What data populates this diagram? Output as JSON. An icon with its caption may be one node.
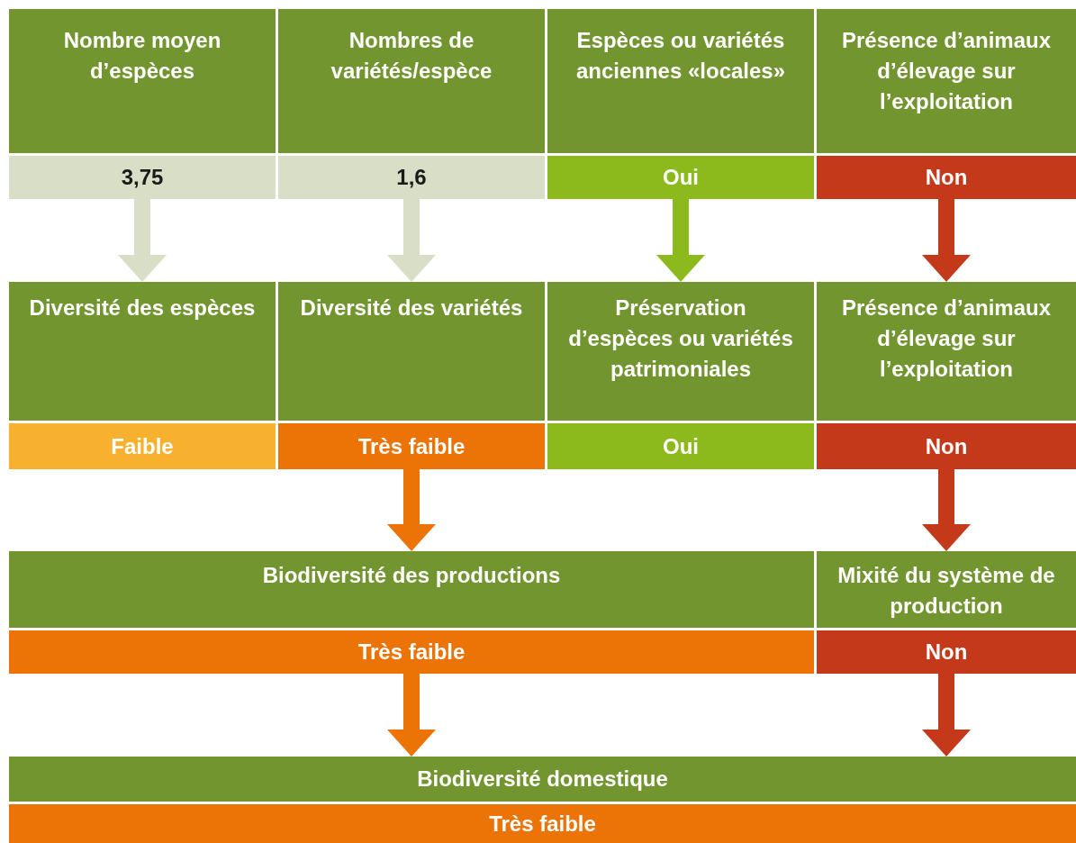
{
  "diagram": {
    "nodes": [
      {
        "text": [
          "Nombre moyen d’espèces"
        ]
      },
      {
        "text": [
          "3,75"
        ]
      },
      {
        "text": [
          "Nombres de variétés/espèce"
        ]
      },
      {
        "text": [
          "1,6"
        ]
      },
      {
        "text": [
          "Espèces ou variétés anciennes «locales»"
        ]
      },
      {
        "text": [
          "Oui"
        ]
      },
      {
        "text": [
          "Présence d’animaux d’élevage sur l’exploitation"
        ]
      },
      {
        "text": [
          "Non"
        ]
      },
      {
        "text": [
          "Diversité des espèces"
        ]
      },
      {
        "text": [
          "Faible"
        ]
      },
      {
        "text": [
          "Diversité des variétés"
        ]
      },
      {
        "text": [
          "Très faible"
        ]
      },
      {
        "text": [
          "Préservation d’espèces ou variétés patrimoniales"
        ]
      },
      {
        "text": [
          "Oui"
        ]
      },
      {
        "text": [
          "Présence d’animaux d’élevage sur l’exploitation"
        ]
      },
      {
        "text": [
          "Non"
        ]
      },
      {
        "text": [
          "Biodiversité des productions"
        ]
      },
      {
        "text": [
          "Très faible"
        ]
      },
      {
        "text": [
          "Mixité du système de production"
        ]
      },
      {
        "text": [
          "Non"
        ]
      },
      {
        "text": [
          "Biodiversité domestique"
        ]
      },
      {
        "text": [
          "Très faible"
        ]
      }
    ],
    "edges": [
      {
        "from": 1,
        "to": 8,
        "arrow": "to",
        "color": "#d9dfc7"
      },
      {
        "from": 3,
        "to": 10,
        "arrow": "to",
        "color": "#d9dfc7"
      },
      {
        "from": 5,
        "to": 12,
        "arrow": "to",
        "color": "#8cba1d"
      },
      {
        "from": 7,
        "to": 14,
        "arrow": "to",
        "color": "#c4391a"
      },
      {
        "from": 11,
        "to": 16,
        "arrow": "to",
        "color": "#ec7306"
      },
      {
        "from": 15,
        "to": 18,
        "arrow": "to",
        "color": "#c4391a"
      },
      {
        "from": 17,
        "to": 20,
        "arrow": "to",
        "color": "#ec7306"
      },
      {
        "from": 19,
        "to": 20,
        "arrow": "to",
        "color": "#c4391a"
      }
    ]
  }
}
